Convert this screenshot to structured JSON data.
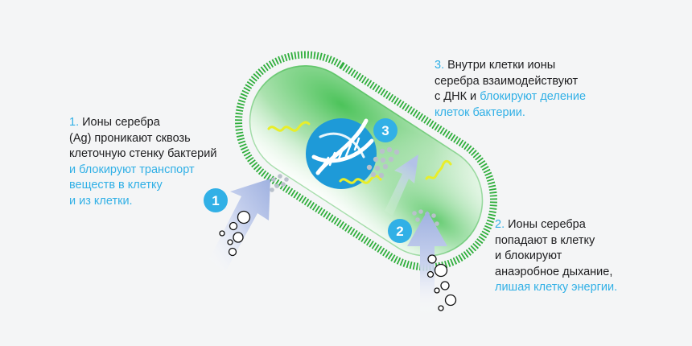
{
  "colors": {
    "background": "#f4f5f6",
    "accent_blue": "#31b0e6",
    "cell_green": "#2fae3c",
    "cell_fill": "#4cc35a",
    "dna_yellow": "#e8ee2a",
    "arrow_blue": "#a9b9e3",
    "ion_grey": "#b9c1cb",
    "text": "#1d1d1f"
  },
  "badges": [
    "1",
    "2",
    "3"
  ],
  "captions": {
    "step1": {
      "lines": [
        {
          "parts": [
            {
              "text": "1.",
              "highlight": true
            },
            {
              "text": " Ионы серебра",
              "highlight": false
            }
          ]
        },
        {
          "parts": [
            {
              "text": "(Ag) проникают сквозь",
              "highlight": false
            }
          ]
        },
        {
          "parts": [
            {
              "text": "клеточную стенку бактерий",
              "highlight": false
            }
          ]
        },
        {
          "parts": [
            {
              "text": "и блокируют транспорт",
              "highlight": true
            }
          ]
        },
        {
          "parts": [
            {
              "text": "веществ в клетку",
              "highlight": true
            }
          ]
        },
        {
          "parts": [
            {
              "text": "и из клетки.",
              "highlight": true
            }
          ]
        }
      ]
    },
    "step2": {
      "lines": [
        {
          "parts": [
            {
              "text": "2.",
              "highlight": true
            },
            {
              "text": " Ионы серебра",
              "highlight": false
            }
          ]
        },
        {
          "parts": [
            {
              "text": "попадают в клетку",
              "highlight": false
            }
          ]
        },
        {
          "parts": [
            {
              "text": "и блокируют",
              "highlight": false
            }
          ]
        },
        {
          "parts": [
            {
              "text": "анаэробное дыхание,",
              "highlight": false
            }
          ]
        },
        {
          "parts": [
            {
              "text": "лишая клетку энергии.",
              "highlight": true
            }
          ]
        }
      ]
    },
    "step3": {
      "lines": [
        {
          "parts": [
            {
              "text": "3.",
              "highlight": true
            },
            {
              "text": " Внутри клетки ионы",
              "highlight": false
            }
          ]
        },
        {
          "parts": [
            {
              "text": "серебра взаимодействуют",
              "highlight": false
            }
          ]
        },
        {
          "parts": [
            {
              "text": "с ДНК и ",
              "highlight": false
            },
            {
              "text": "блокируют деление",
              "highlight": true
            }
          ]
        },
        {
          "parts": [
            {
              "text": "клеток бактерии.",
              "highlight": true
            }
          ]
        }
      ]
    }
  }
}
